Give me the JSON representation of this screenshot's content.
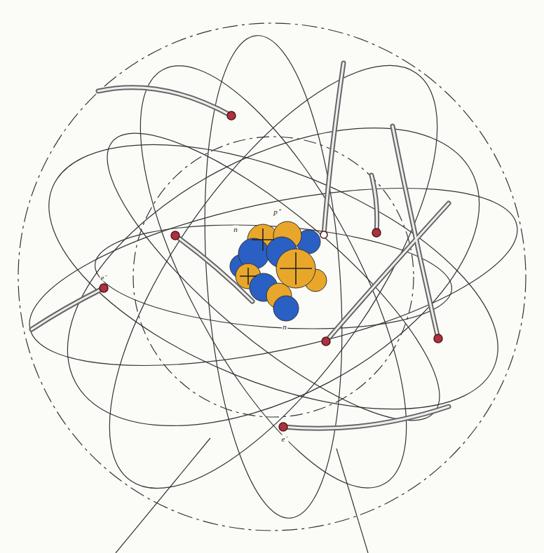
{
  "diagram": {
    "labels": [
      "p⁺",
      "n",
      "e⁻",
      "n",
      "e⁻"
    ]
  }
}
